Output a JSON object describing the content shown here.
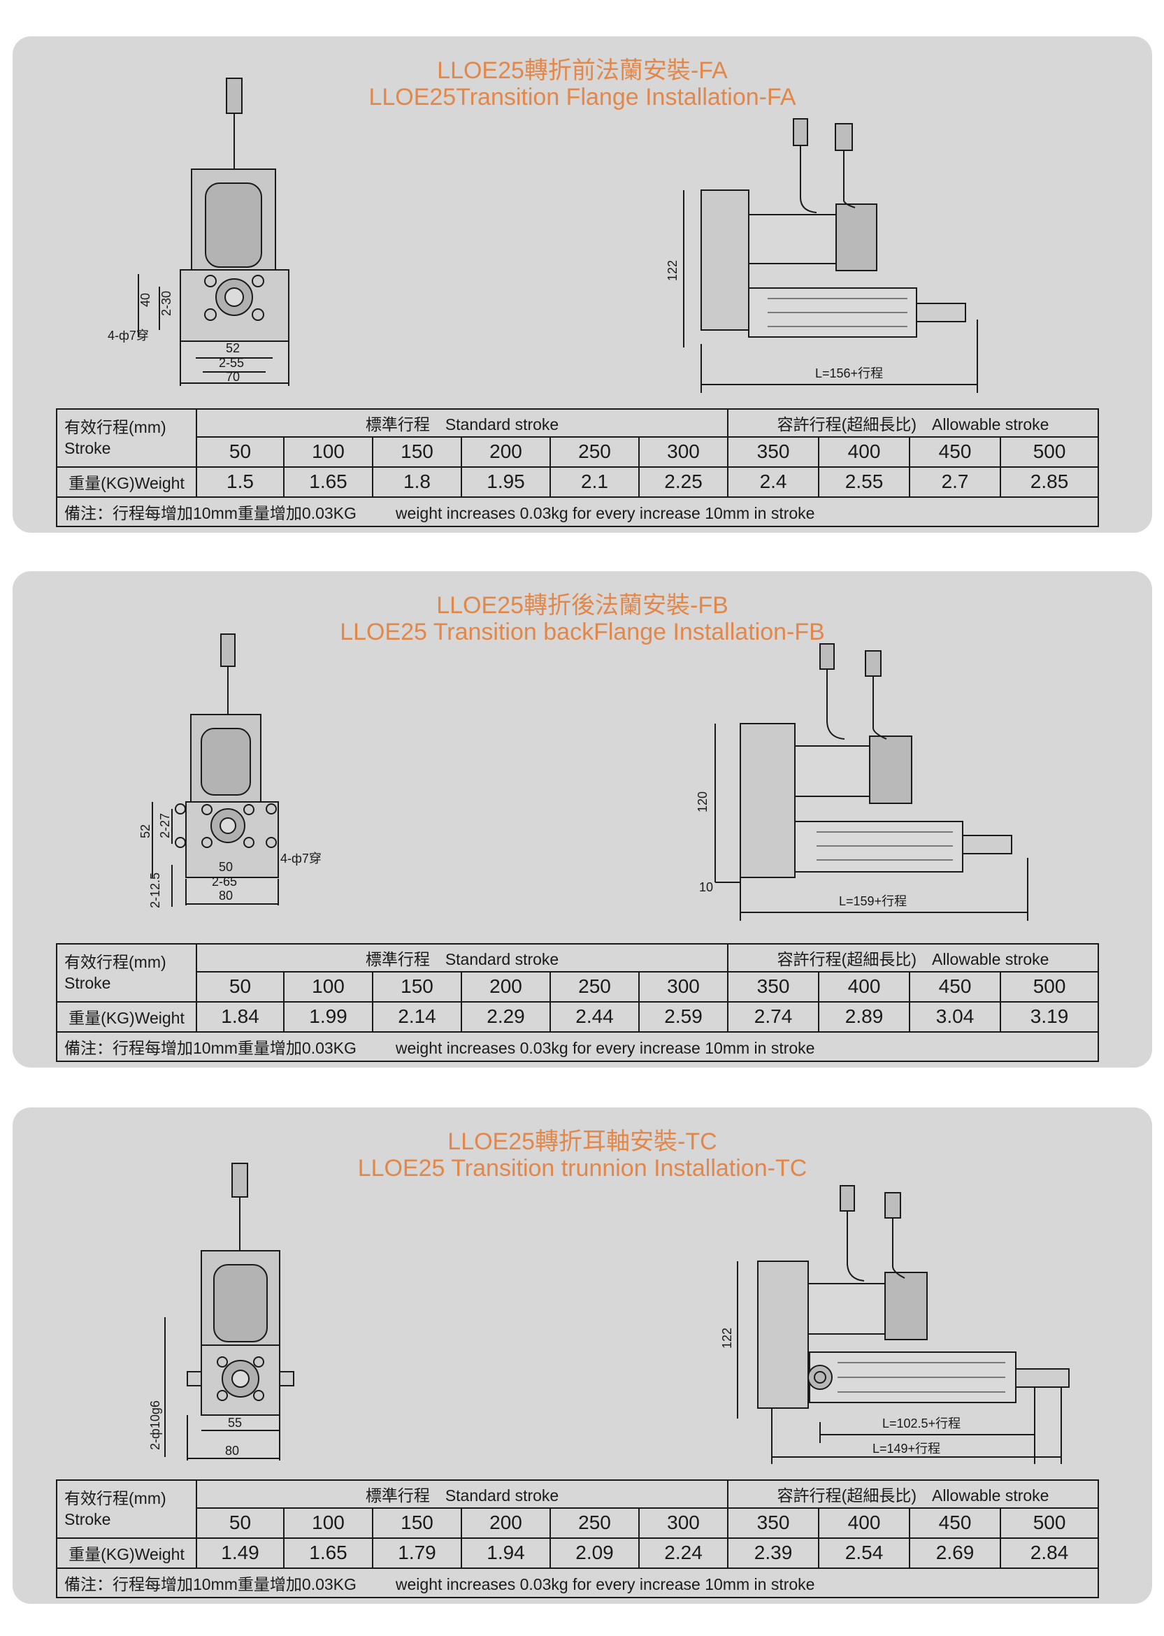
{
  "panels": [
    {
      "title_cn": "LLOE25轉折前法蘭安裝-FA",
      "title_en": "LLOE25Transition  Flange Installation-FA",
      "dims": {
        "d1": "40",
        "d2": "2-30",
        "d3": "4-ф7穿",
        "d4": "52",
        "d5": "2-55",
        "d6": "70",
        "side_h": "122",
        "side_l": "L=156+行程"
      },
      "weights": [
        "1.5",
        "1.65",
        "1.8",
        "1.95",
        "2.1",
        "2.25",
        "2.4",
        "2.55",
        "2.7",
        "2.85"
      ]
    },
    {
      "title_cn": "LLOE25轉折後法蘭安裝-FB",
      "title_en": "LLOE25 Transition  backFlange Installation-FB",
      "dims": {
        "d1": "52",
        "d2": "2-27",
        "d3": "4-ф7穿",
        "d4": "50",
        "d5": "2-65",
        "d6": "80",
        "d7": "2-12.5",
        "side_h": "120",
        "side_b": "10",
        "side_l": "L=159+行程"
      },
      "weights": [
        "1.84",
        "1.99",
        "2.14",
        "2.29",
        "2.44",
        "2.59",
        "2.74",
        "2.89",
        "3.04",
        "3.19"
      ]
    },
    {
      "title_cn": "LLOE25轉折耳軸安裝-TC",
      "title_en": "LLOE25 Transition  trunnion Installation-TC",
      "dims": {
        "d1": "2-ф10g6",
        "d4": "55",
        "d6": "80",
        "side_h": "122",
        "side_l1": "L=102.5+行程",
        "side_l2": "L=149+行程"
      },
      "weights": [
        "1.49",
        "1.65",
        "1.79",
        "1.94",
        "2.09",
        "2.24",
        "2.39",
        "2.54",
        "2.69",
        "2.84"
      ]
    }
  ],
  "table": {
    "stroke_label_cn": "有效行程(mm)",
    "stroke_label_en": "Stroke",
    "standard_cn": "標準行程",
    "standard_en": "Standard stroke",
    "allowable_cn": "容許行程(超細長比)",
    "allowable_en": "Allowable stroke",
    "weight_label": "重量(KG)Weight",
    "strokes": [
      "50",
      "100",
      "150",
      "200",
      "250",
      "300",
      "350",
      "400",
      "450",
      "500"
    ],
    "note_cn": "備注：行程每增加10mm重量增加0.03KG",
    "note_en": "weight increases 0.03kg for every increase 10mm in stroke"
  },
  "colors": {
    "panel_bg": "#d7d7d8",
    "title": "#e2874a",
    "line": "#1a1a1a"
  }
}
